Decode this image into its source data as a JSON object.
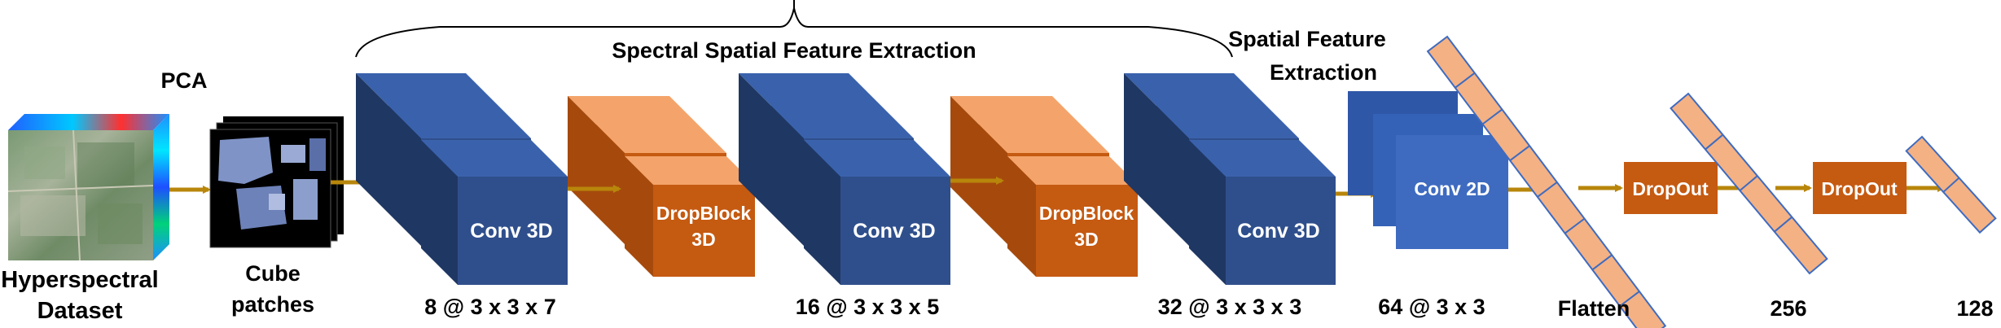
{
  "labels": {
    "hyperspectral_line1": "Hyperspectral",
    "hyperspectral_line2": "Dataset",
    "pca": "PCA",
    "cube_line1": "Cube",
    "cube_line2": "patches",
    "spectral_spatial": "Spectral Spatial Feature Extraction",
    "spatial_line1": "Spatial Feature",
    "spatial_line2": "Extraction",
    "conv3d_1": "Conv 3D",
    "conv3d_2": "Conv 3D",
    "conv3d_3": "Conv 3D",
    "dropblock1_line1": "DropBlock",
    "dropblock1_line2": "3D",
    "dropblock2_line1": "DropBlock",
    "dropblock2_line2": "3D",
    "conv2d": "Conv 2D",
    "dropout1": "DropOut",
    "dropout2": "DropOut",
    "dim1": "8 @ 3 x 3 x 7",
    "dim2": "16 @ 3 x 3 x 5",
    "dim3": "32 @ 3 x 3 x 3",
    "dim4": "64 @ 3 x 3",
    "flatten": "Flatten",
    "n256": "256",
    "n128": "128"
  },
  "colors": {
    "conv_front": "#2F4F8C",
    "conv_top": "#3A62AC",
    "conv_side": "#1F3763",
    "drop_front": "#C55A11",
    "drop_top": "#F4A46A",
    "drop_side": "#A54A0C",
    "conv2d": "#3E6BC0",
    "arrow": "#B8860B",
    "dense_fill": "#F4B183",
    "dense_stroke": "#3E6BC0",
    "dropout_fill": "#C55A11"
  }
}
